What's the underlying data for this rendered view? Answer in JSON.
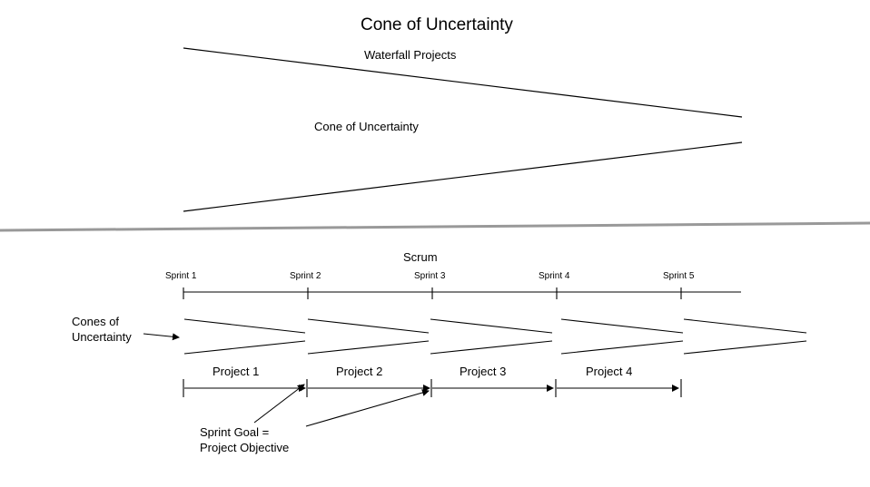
{
  "title": "Cone of Uncertainty",
  "waterfall": {
    "label": "Waterfall Projects",
    "cone_label": "Cone of Uncertainty"
  },
  "scrum": {
    "label": "Scrum",
    "sprints": [
      "Sprint 1",
      "Sprint 2",
      "Sprint 3",
      "Sprint 4",
      "Sprint 5"
    ],
    "projects": [
      "Project 1",
      "Project 2",
      "Project 3",
      "Project 4"
    ],
    "cones_label_line1": "Cones of",
    "cones_label_line2": "Uncertainty",
    "goal_line1": "Sprint Goal =",
    "goal_line2": "Project Objective"
  },
  "colors": {
    "line": "#000000",
    "divider": "#999999"
  }
}
